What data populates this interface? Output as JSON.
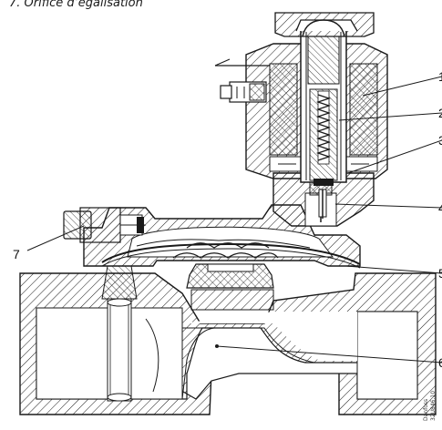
{
  "caption": "7.   Orifice d’égalisation",
  "callouts": [
    {
      "label": "1"
    },
    {
      "label": "2"
    },
    {
      "label": "3"
    },
    {
      "label": "4"
    },
    {
      "label": "5"
    },
    {
      "label": "6"
    },
    {
      "label": "7"
    }
  ],
  "credit": {
    "line1": "Danfoss",
    "line2": "32U846.10"
  },
  "colors": {
    "ink": "#1a1a1a",
    "paper": "#ffffff"
  }
}
